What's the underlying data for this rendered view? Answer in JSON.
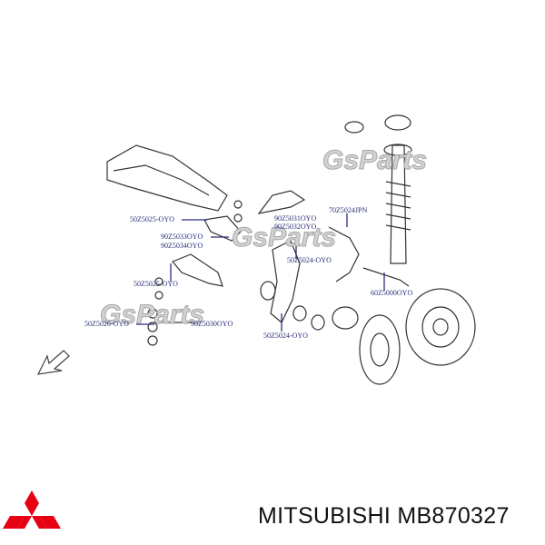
{
  "watermark": "GsParts",
  "labels": [
    "50Z5025-OYO",
    "90Z5033OYO",
    "90Z5034OYO",
    "50Z5025-OYO",
    "50Z5026-OYO",
    "90Z5030OYO",
    "90Z5031OYO",
    "90Z5032OYO",
    "70Z5024JPN",
    "50Z5024-OYO",
    "60Z5000OYO",
    "50Z5024-OYO"
  ],
  "caption": {
    "brand": "MITSUBISHI",
    "part_number": "MB870327"
  },
  "colors": {
    "logo": "#e60012",
    "label": "#2b2f7a"
  }
}
